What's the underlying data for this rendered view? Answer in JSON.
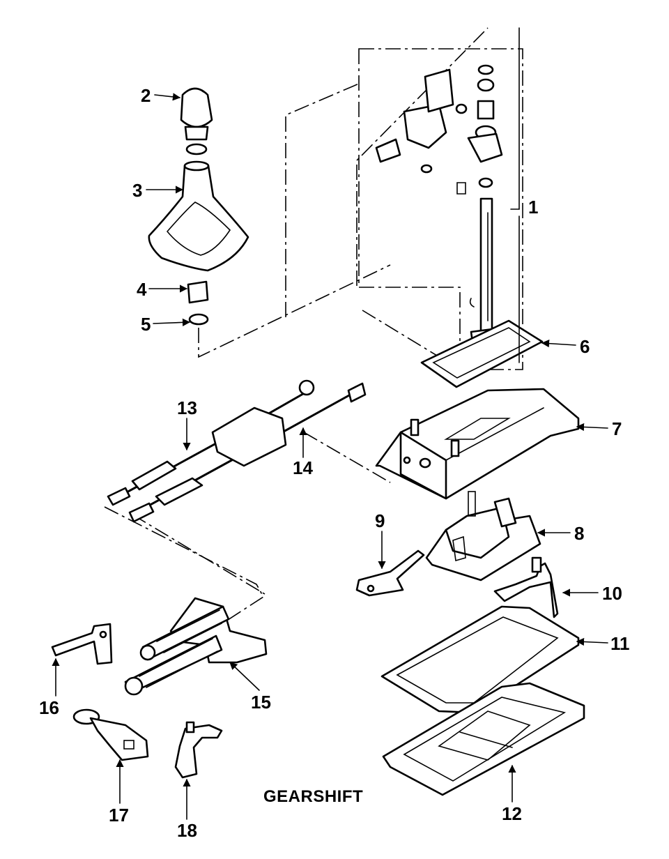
{
  "diagram": {
    "title": "GEARSHIFT",
    "callouts": [
      "1",
      "2",
      "3",
      "4",
      "5",
      "6",
      "7",
      "8",
      "9",
      "10",
      "11",
      "12",
      "13",
      "14",
      "15",
      "16",
      "17",
      "18"
    ]
  }
}
